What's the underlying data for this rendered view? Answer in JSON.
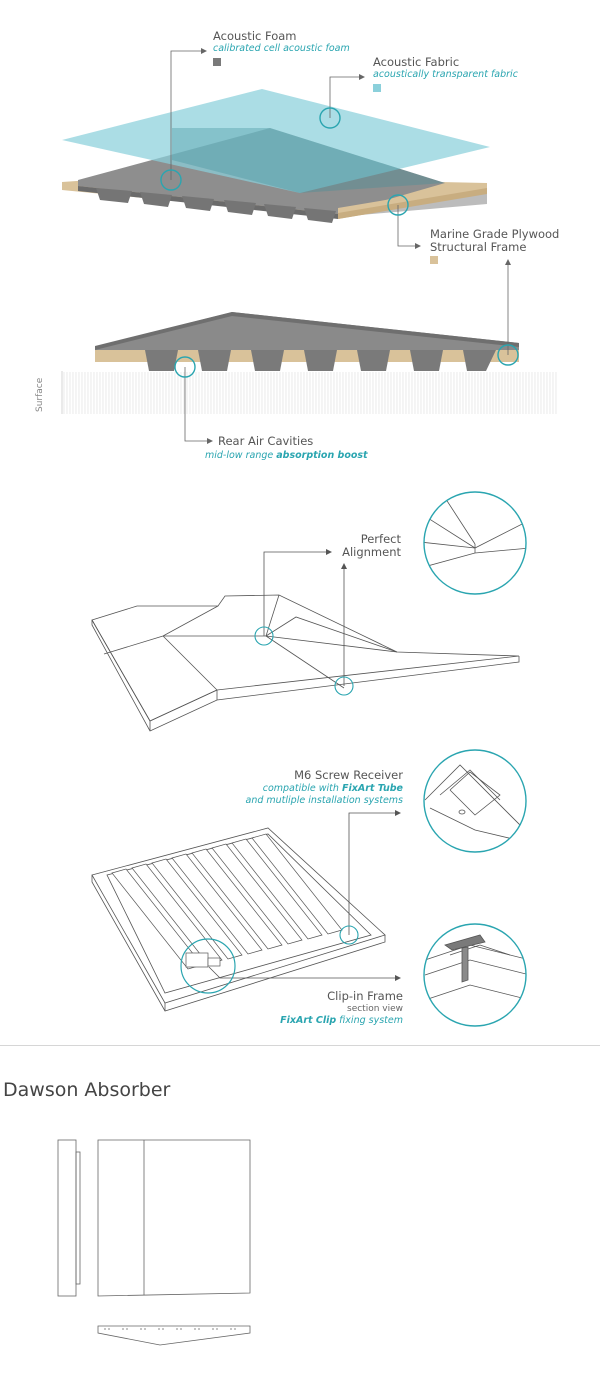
{
  "layers": {
    "foam": {
      "title": "Acoustic Foam",
      "desc": "calibrated cell acoustic foam",
      "swatch": "#7a7a7a"
    },
    "fabric": {
      "title": "Acoustic Fabric",
      "desc": "acoustically transparent fabric",
      "swatch": "#8bd0db"
    },
    "plywood": {
      "title_line1": "Marine Grade Plywood",
      "title_line2": "Structural Frame",
      "swatch": "#d9c29a"
    },
    "surface": {
      "label": "Surface"
    },
    "cavities": {
      "title": "Rear Air Cavities",
      "desc_prefix": "mid-low range",
      "desc_bold": "absorption boost"
    }
  },
  "alignment": {
    "line1": "Perfect",
    "line2": "Alignment"
  },
  "receiver": {
    "title": "M6 Screw Receiver",
    "desc1_prefix": "compatible with",
    "desc1_bold": "FixArt Tube",
    "desc2": "and mutliple installation systems"
  },
  "clip": {
    "title": "Clip-in Frame",
    "view": "section view",
    "desc_bold": "FixArt Clip",
    "desc_suffix": "fixing system"
  },
  "product": {
    "title": "Dawson Absorber"
  },
  "colors": {
    "accent": "#2aa5b0",
    "foam": "#7a7a7a",
    "fabric": "#8bd0db",
    "plywood": "#d9c29a",
    "line": "#555555"
  }
}
